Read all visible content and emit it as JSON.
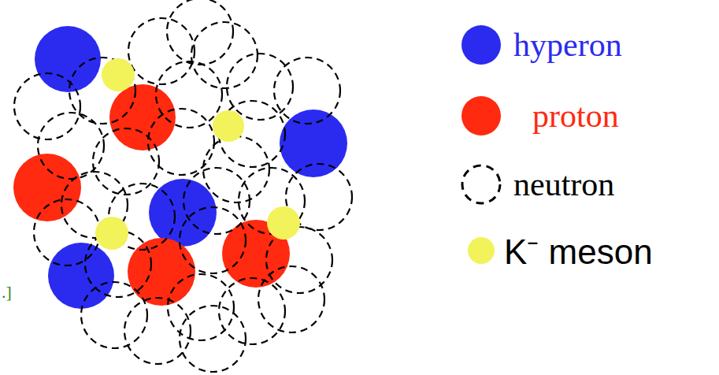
{
  "diagram": {
    "labels": [
      ".]"
    ],
    "legend": [
      {
        "text": "hyperon",
        "color": "#2b2bf0"
      },
      {
        "text": "proton",
        "color": "#ff2a10"
      },
      {
        "text": "neutron"
      },
      {
        "text": "K⁻ meson",
        "color": "#f2f25a"
      }
    ]
  }
}
